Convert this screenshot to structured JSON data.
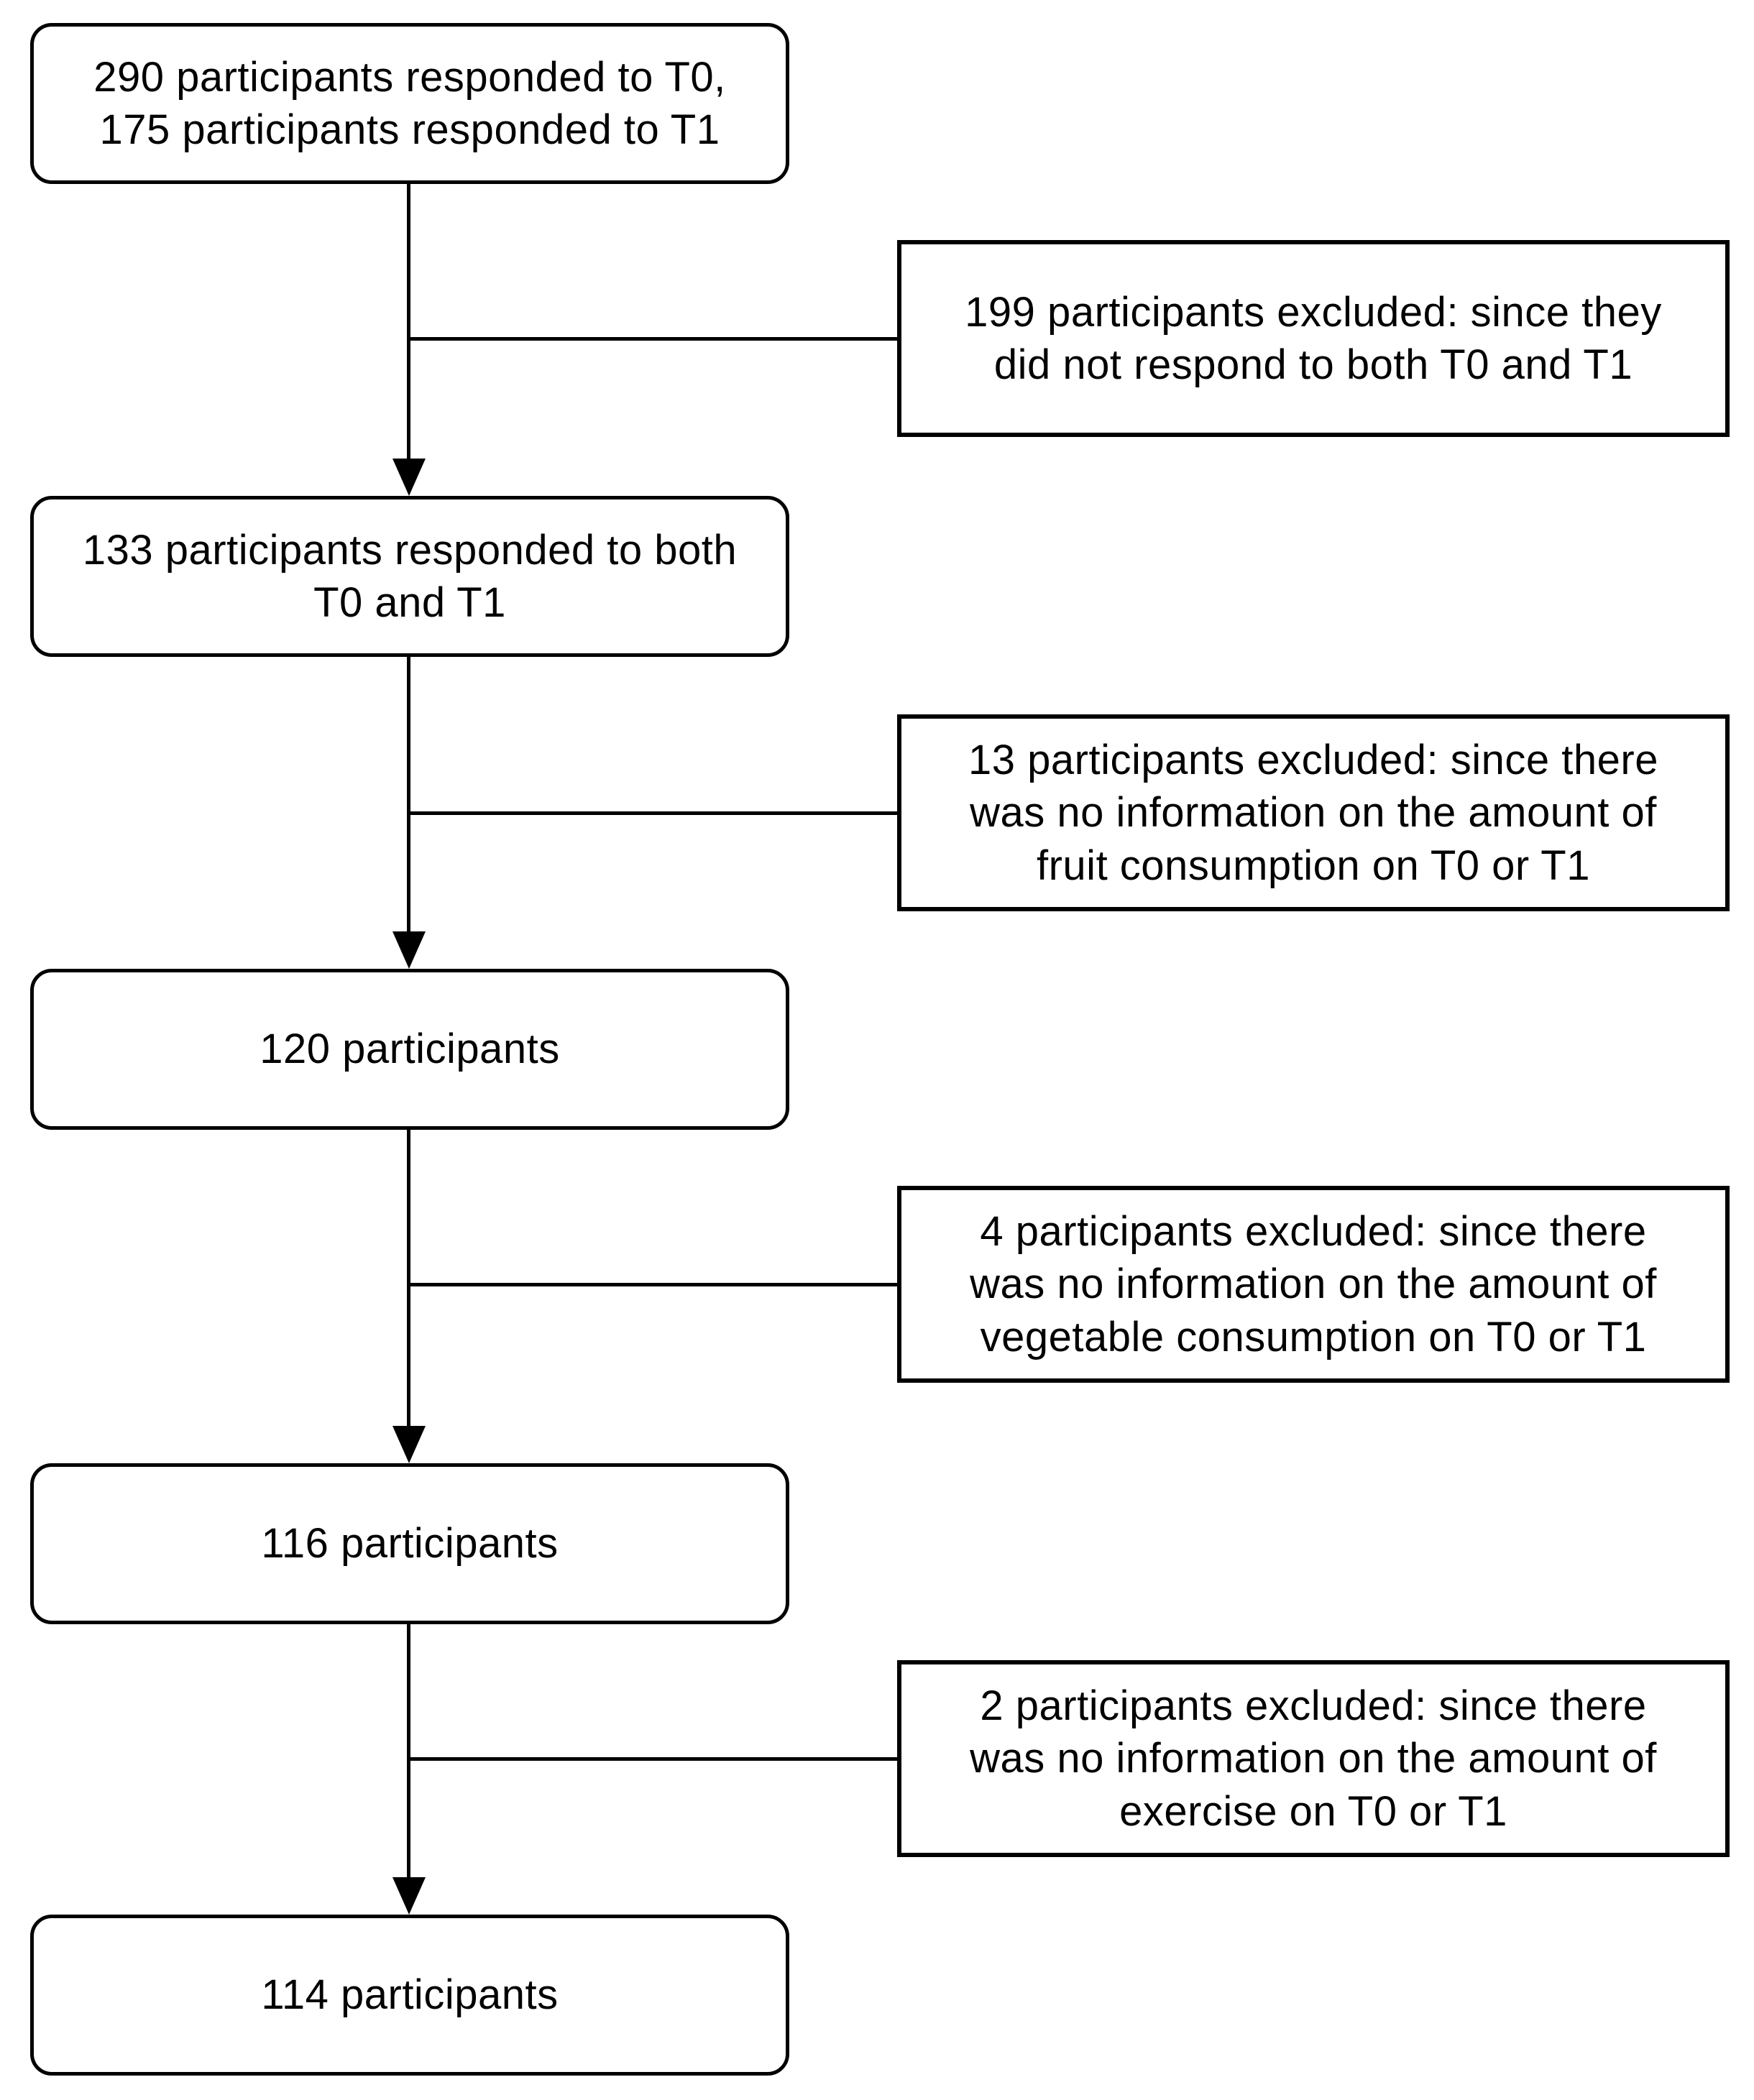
{
  "colors": {
    "line": "#000000",
    "text": "#000000",
    "background": "#ffffff"
  },
  "flow": {
    "nodes": [
      {
        "label": "290 participants responded to T0,\n175 participants responded to T1"
      },
      {
        "label": "133 participants responded to both\nT0 and T1"
      },
      {
        "label": "120 participants"
      },
      {
        "label": "116 participants"
      },
      {
        "label": "114 participants"
      }
    ],
    "exclusions": [
      {
        "label": "199 participants excluded: since they\ndid not respond to both T0 and T1"
      },
      {
        "label": "13 participants excluded: since there\nwas no information on the amount of\nfruit consumption on T0 or T1"
      },
      {
        "label": "4 participants excluded: since there\nwas no information on the amount of\nvegetable consumption on T0 or T1"
      },
      {
        "label": "2 participants excluded: since there\nwas no information on the amount of\nexercise on T0 or T1"
      }
    ]
  }
}
